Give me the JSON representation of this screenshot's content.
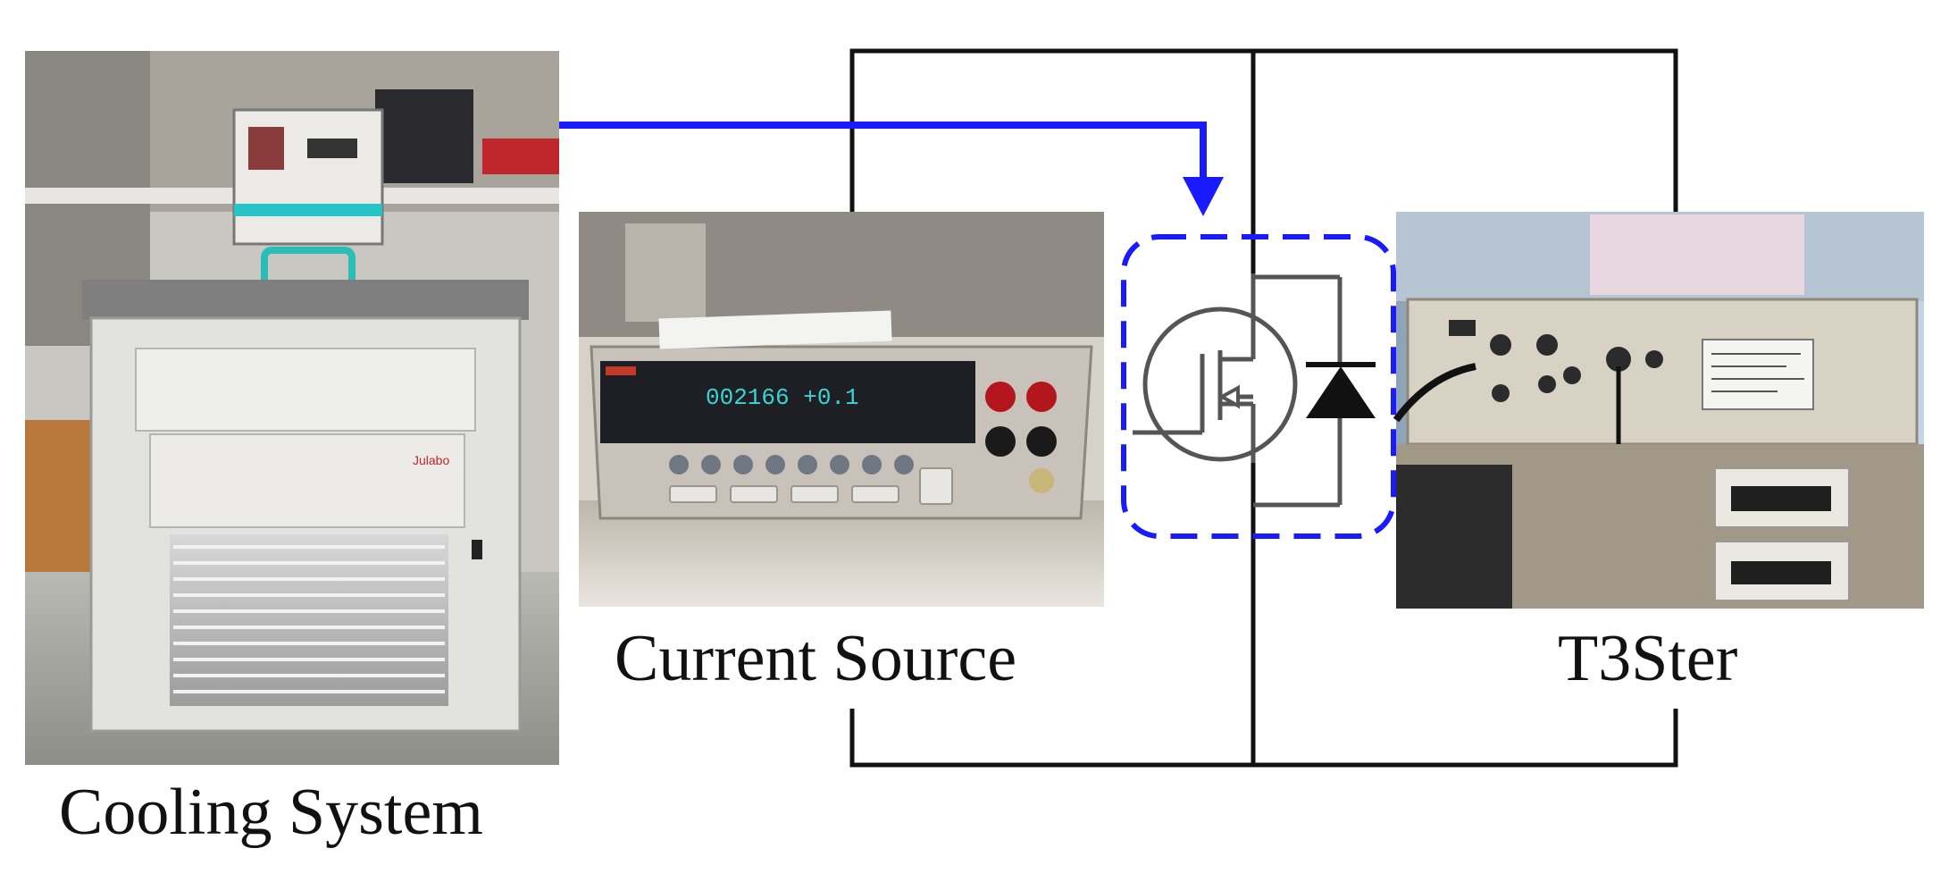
{
  "labels": {
    "cooling_system": "Cooling System",
    "current_source": "Current Source",
    "t3ster": "T3Ster"
  },
  "colors": {
    "wire": "#111111",
    "arrow": "#1a1aff",
    "dut_box": "#1a1aff",
    "background": "#ffffff"
  },
  "photos": {
    "cooling_system": "photo of a refrigerated circulator unit",
    "current_source": "photo of a digital multimeter / current source instrument",
    "t3ster": "photo of a T3Ster thermal transient tester rack"
  },
  "device_symbol": {
    "transistor": "mosfet-icon",
    "diode": "diode-icon"
  }
}
